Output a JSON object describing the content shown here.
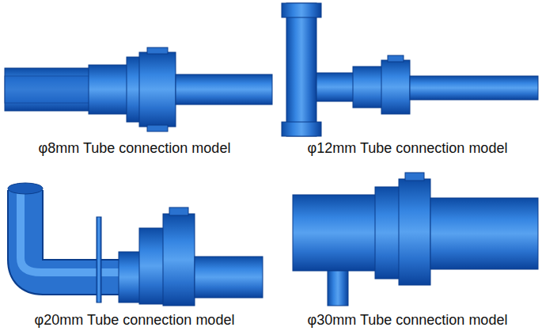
{
  "diagram": {
    "labels": [
      "φ8mm Tube connection model",
      "φ12mm Tube connection model",
      "φ20mm Tube connection model",
      "φ30mm Tube connection model"
    ]
  }
}
